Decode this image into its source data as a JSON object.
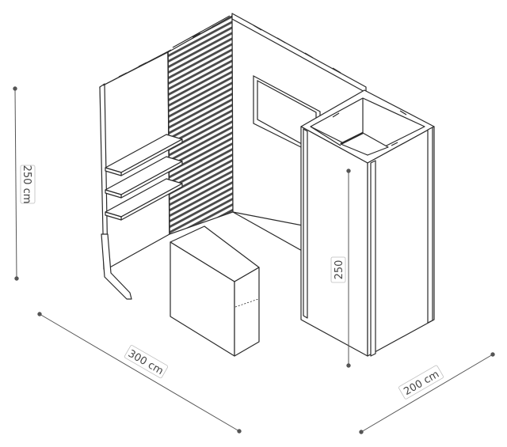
{
  "dimensions": {
    "height_left": "250 cm",
    "width": "300 cm",
    "depth": "200 cm",
    "cabin_height": "250"
  },
  "colors": {
    "line": "#2a2a2a",
    "dimension": "#555555",
    "slat": "#4a4a4a",
    "background": "#ffffff"
  }
}
